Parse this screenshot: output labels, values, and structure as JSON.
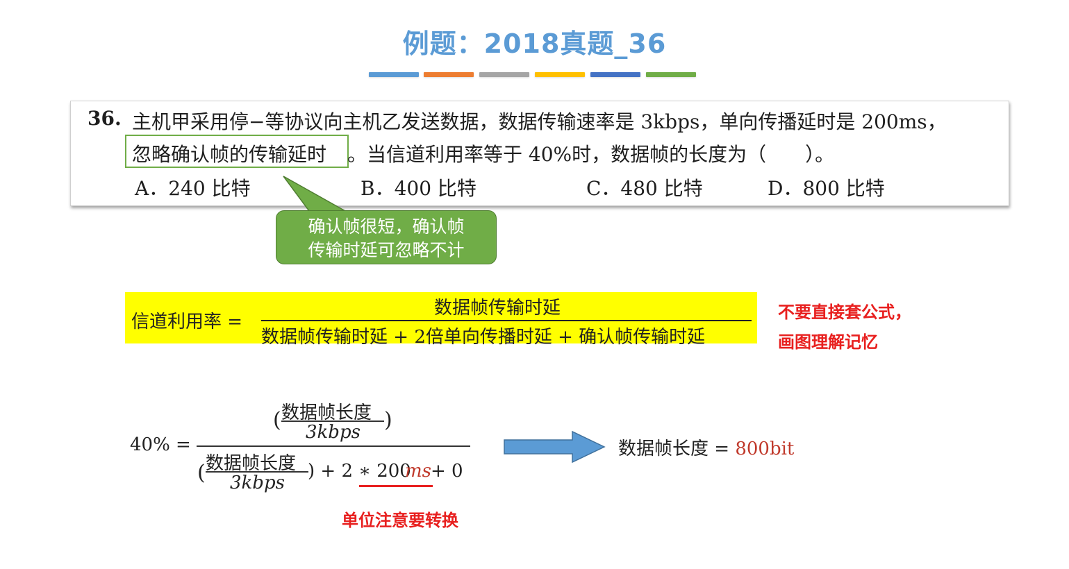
{
  "title": "例题：2018真题_36",
  "colors": [
    "#5b9bd5",
    "#ed7d31",
    "#a5a5a5",
    "#ffc000",
    "#4472c4",
    "#70ad47"
  ],
  "question": {
    "number": "36.",
    "line1": "主机甲采用停−等协议向主机乙发送数据，数据传输速率是 3kbps，单向传播延时是 200ms，",
    "line2_highlight": "忽略确认帧的传输延时",
    "line2_rest": "。当信道利用率等于 40%时，数据帧的长度为（　　）。",
    "options": [
      "A．240 比特",
      "B．400 比特",
      "C．480 比特",
      "D．800 比特"
    ]
  },
  "callout": {
    "line1": "确认帧很短，确认帧",
    "line2": "传输时延可忽略不计"
  },
  "formula": {
    "lhs": "信道利用率 =",
    "numerator": "数据帧传输时延",
    "denominator": "数据帧传输时延 + 2倍单向传播时延 + 确认帧传输时延"
  },
  "note_formula": {
    "line1": "不要直接套公式，",
    "line2": "画图理解记忆"
  },
  "calc": {
    "lhs": "40% =",
    "num_top": "数据帧长度",
    "num_bottom": "3kbps",
    "den_top": "数据帧长度",
    "den_bottom": "3kbps",
    "den_rest_a": ") + 2 ∗ 200",
    "den_rest_unit": "ms",
    "den_rest_b": " + 0",
    "result_label": "数据帧长度 = ",
    "result_value": "800bit"
  },
  "note_unit": "单位注意要转换"
}
